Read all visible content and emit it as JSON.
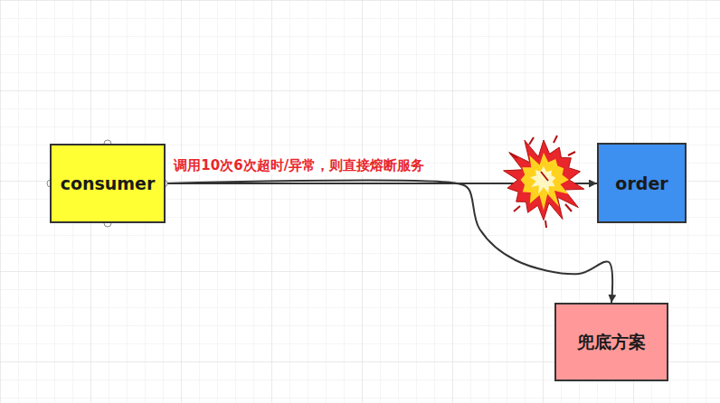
{
  "diagram": {
    "nodes": [
      {
        "text": [
          "consumer"
        ]
      },
      {
        "text": [
          "order"
        ]
      },
      {
        "text": [
          "兜底方案"
        ]
      }
    ],
    "edges": [
      {
        "from": 0,
        "to": 1,
        "arrow": "to",
        "label": "调用10次6次超时/异常，则直接熔断服务"
      },
      {
        "from": 0,
        "to": 2,
        "arrow": "to"
      }
    ]
  }
}
